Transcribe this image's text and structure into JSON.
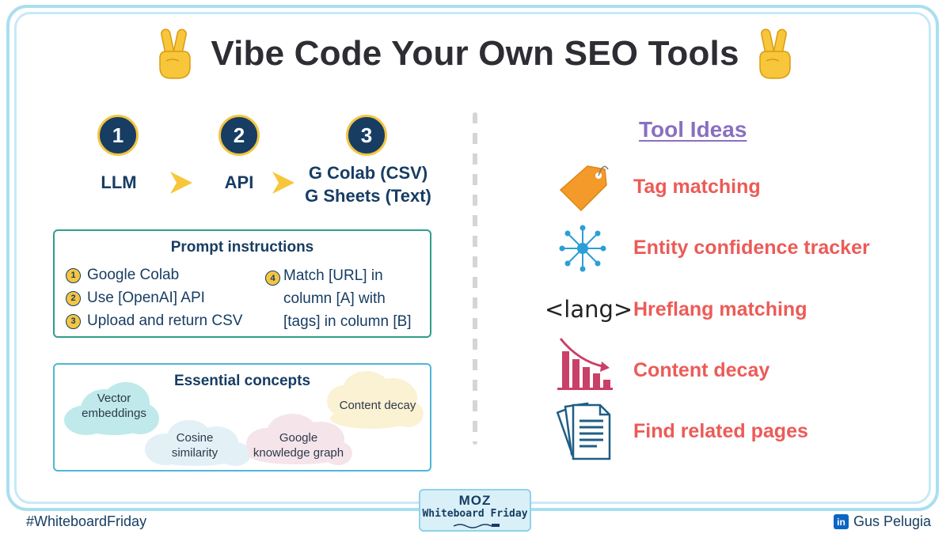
{
  "title": "Vibe Code Your Own SEO Tools",
  "steps": [
    {
      "num": "1",
      "label": "LLM"
    },
    {
      "num": "2",
      "label": "API"
    },
    {
      "num": "3",
      "label_line1": "G Colab (CSV)",
      "label_line2": "G Sheets (Text)"
    }
  ],
  "prompt_box": {
    "title": "Prompt instructions",
    "items": [
      {
        "num": "1",
        "text": "Google Colab"
      },
      {
        "num": "2",
        "text": "Use [OpenAI] API"
      },
      {
        "num": "3",
        "text": "Upload and return CSV"
      },
      {
        "num": "4",
        "line1": "Match [URL] in",
        "line2": "column [A] with",
        "line3": "[tags] in column [B]"
      }
    ]
  },
  "concepts_box": {
    "title": "Essential concepts",
    "clouds": [
      {
        "line1": "Vector",
        "line2": "embeddings",
        "color": "#bfe9ea"
      },
      {
        "line1": "Cosine",
        "line2": "similarity",
        "color": "#e3f0f6"
      },
      {
        "line1": "Google",
        "line2": "knowledge graph",
        "color": "#f5e4ea"
      },
      {
        "line1": "Content decay",
        "color": "#fbf1d3"
      }
    ]
  },
  "tool_ideas": {
    "heading": "Tool Ideas",
    "items": [
      {
        "label": "Tag matching",
        "icon": "tag-icon"
      },
      {
        "label": "Entity confidence tracker",
        "icon": "network-node-icon"
      },
      {
        "label": "Hreflang matching",
        "icon": "lang-text-icon",
        "icon_text": "<lang>"
      },
      {
        "label": "Content decay",
        "icon": "decline-chart-icon"
      },
      {
        "label": "Find related pages",
        "icon": "documents-icon"
      }
    ]
  },
  "footer": {
    "hashtag": "#WhiteboardFriday",
    "badge_logo": "MOZ",
    "badge_text": "Whiteboard Friday",
    "linkedin_badge": "in",
    "author": "Gus Pelugia"
  },
  "colors": {
    "navy": "#173d63",
    "gold": "#f4c542",
    "coral": "#ec5b57",
    "purple": "#8a6fc0",
    "teal_border": "#2f9d8c",
    "blue_border": "#4fb6d8"
  }
}
